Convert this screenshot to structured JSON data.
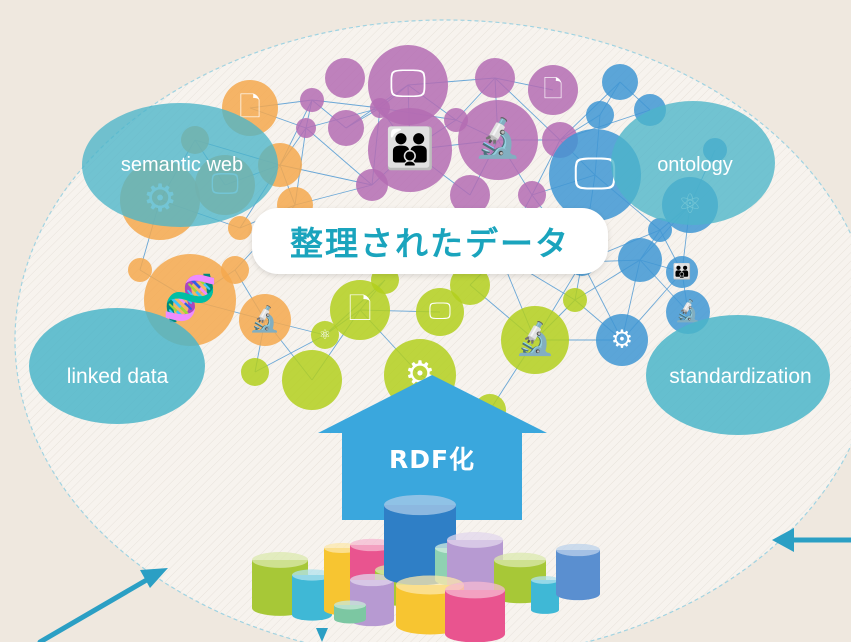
{
  "hub": {
    "label": "整理されたデータ"
  },
  "concepts": {
    "semantic_web": "semantic web",
    "ontology": "ontology",
    "linked_data": "linked data",
    "standardization": "standardization"
  },
  "arrow": {
    "label": "RDF化"
  },
  "colors": {
    "background": "#efe8df",
    "hub_text": "#1aa4bd",
    "concept_bubble": "#4bb5c9",
    "arrow": "#3aa7dd",
    "purple": "#b46cb3",
    "orange": "#f5a84e",
    "lime": "#b3cf1d",
    "blue": "#3f96d3"
  },
  "icons": [
    "document-icon",
    "monitor-icon",
    "microscope-icon",
    "family-icon",
    "gears-icon",
    "dna-icon",
    "molecule-icon"
  ]
}
